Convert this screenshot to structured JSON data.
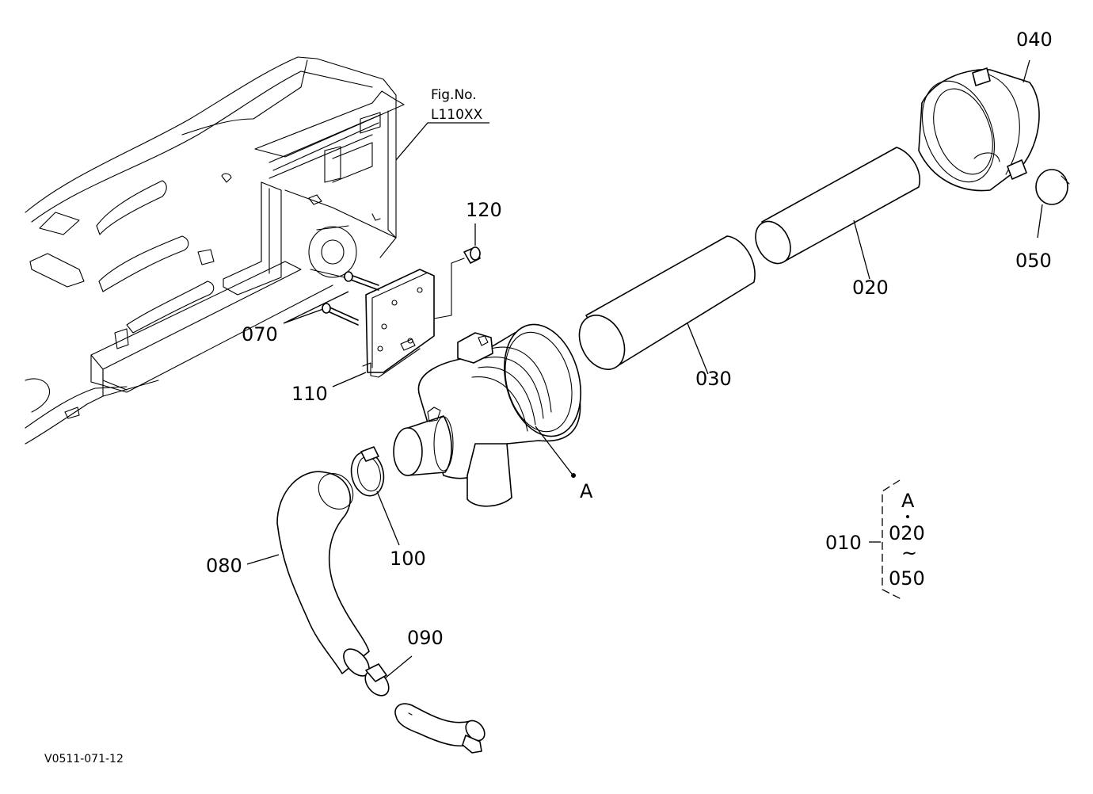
{
  "figure_ref": {
    "line1": "Fig.No.",
    "line2": "L110XX"
  },
  "parts": {
    "p010": "010",
    "p020": "020",
    "p030": "030",
    "p040": "040",
    "p050": "050",
    "p070": "070",
    "p080": "080",
    "p090": "090",
    "p100": "100",
    "p110": "110",
    "p120": "120",
    "assembly_point": "A"
  },
  "assembly_bracket": {
    "item": "010",
    "top": "A",
    "from": "020",
    "tilde": "~",
    "to": "050"
  },
  "diagram_code": "V0511-071-12"
}
